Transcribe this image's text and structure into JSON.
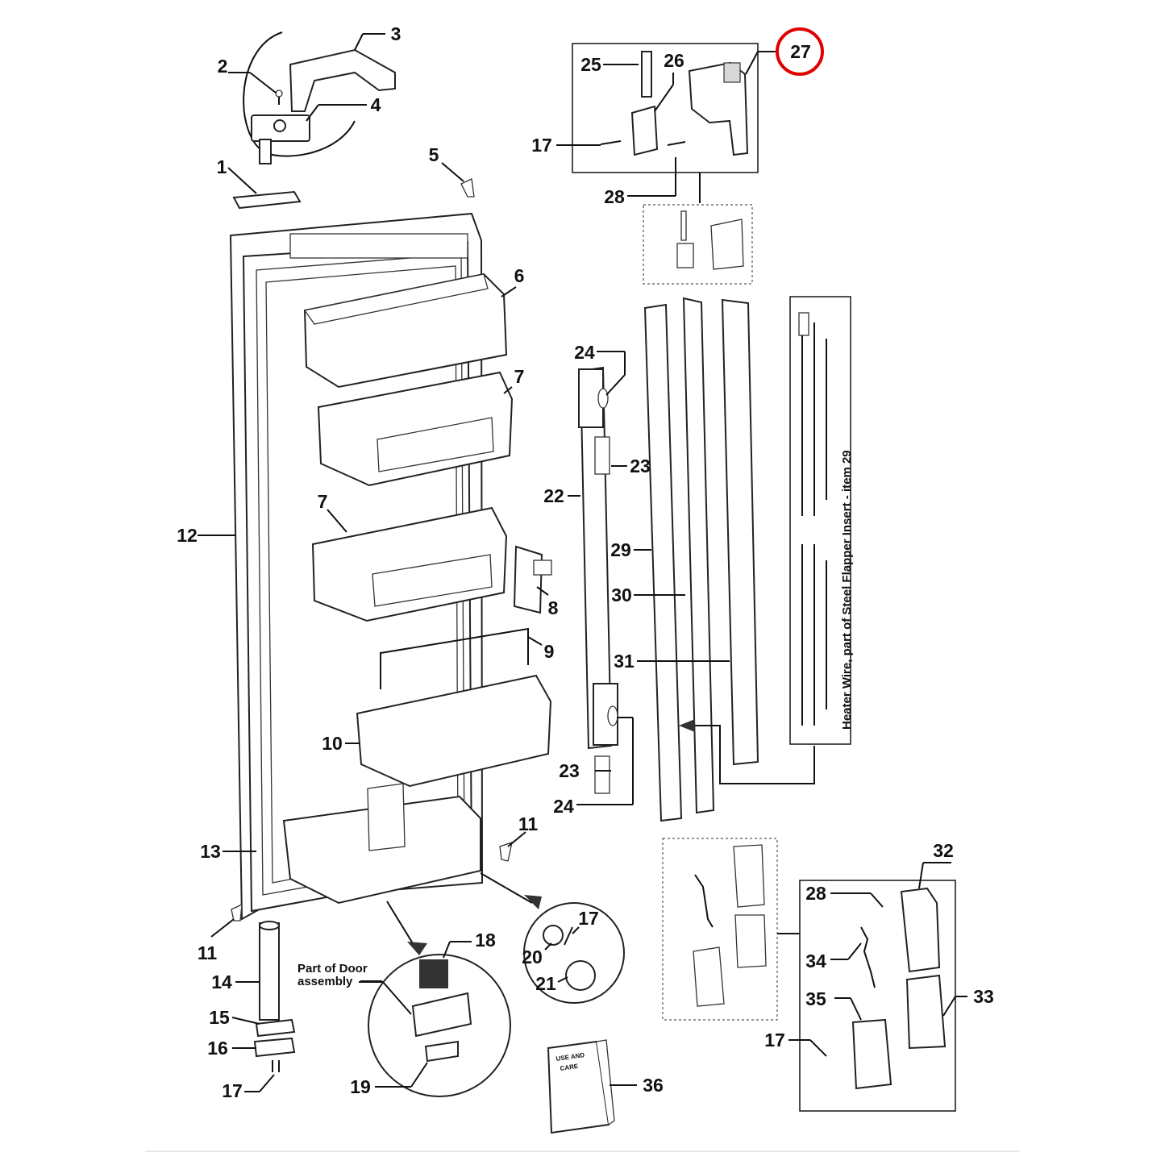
{
  "diagram": {
    "highlighted_part": "27",
    "highlight_color": "#e00000",
    "callouts": [
      "1",
      "2",
      "3",
      "4",
      "5",
      "6",
      "7",
      "7",
      "8",
      "9",
      "10",
      "11",
      "11",
      "12",
      "13",
      "14",
      "15",
      "16",
      "17",
      "17",
      "17",
      "17",
      "18",
      "19",
      "20",
      "21",
      "22",
      "23",
      "23",
      "24",
      "24",
      "25",
      "26",
      "27",
      "28",
      "28",
      "29",
      "30",
      "31",
      "32",
      "33",
      "34",
      "35",
      "36"
    ],
    "notes": {
      "heater_wire": "Heater Wire, part of Steel Flapper Insert - item 29",
      "door_assembly_line1": "Part of Door",
      "door_assembly_line2": "assembly",
      "manual_line1": "USE AND",
      "manual_line2": "CARE"
    }
  }
}
